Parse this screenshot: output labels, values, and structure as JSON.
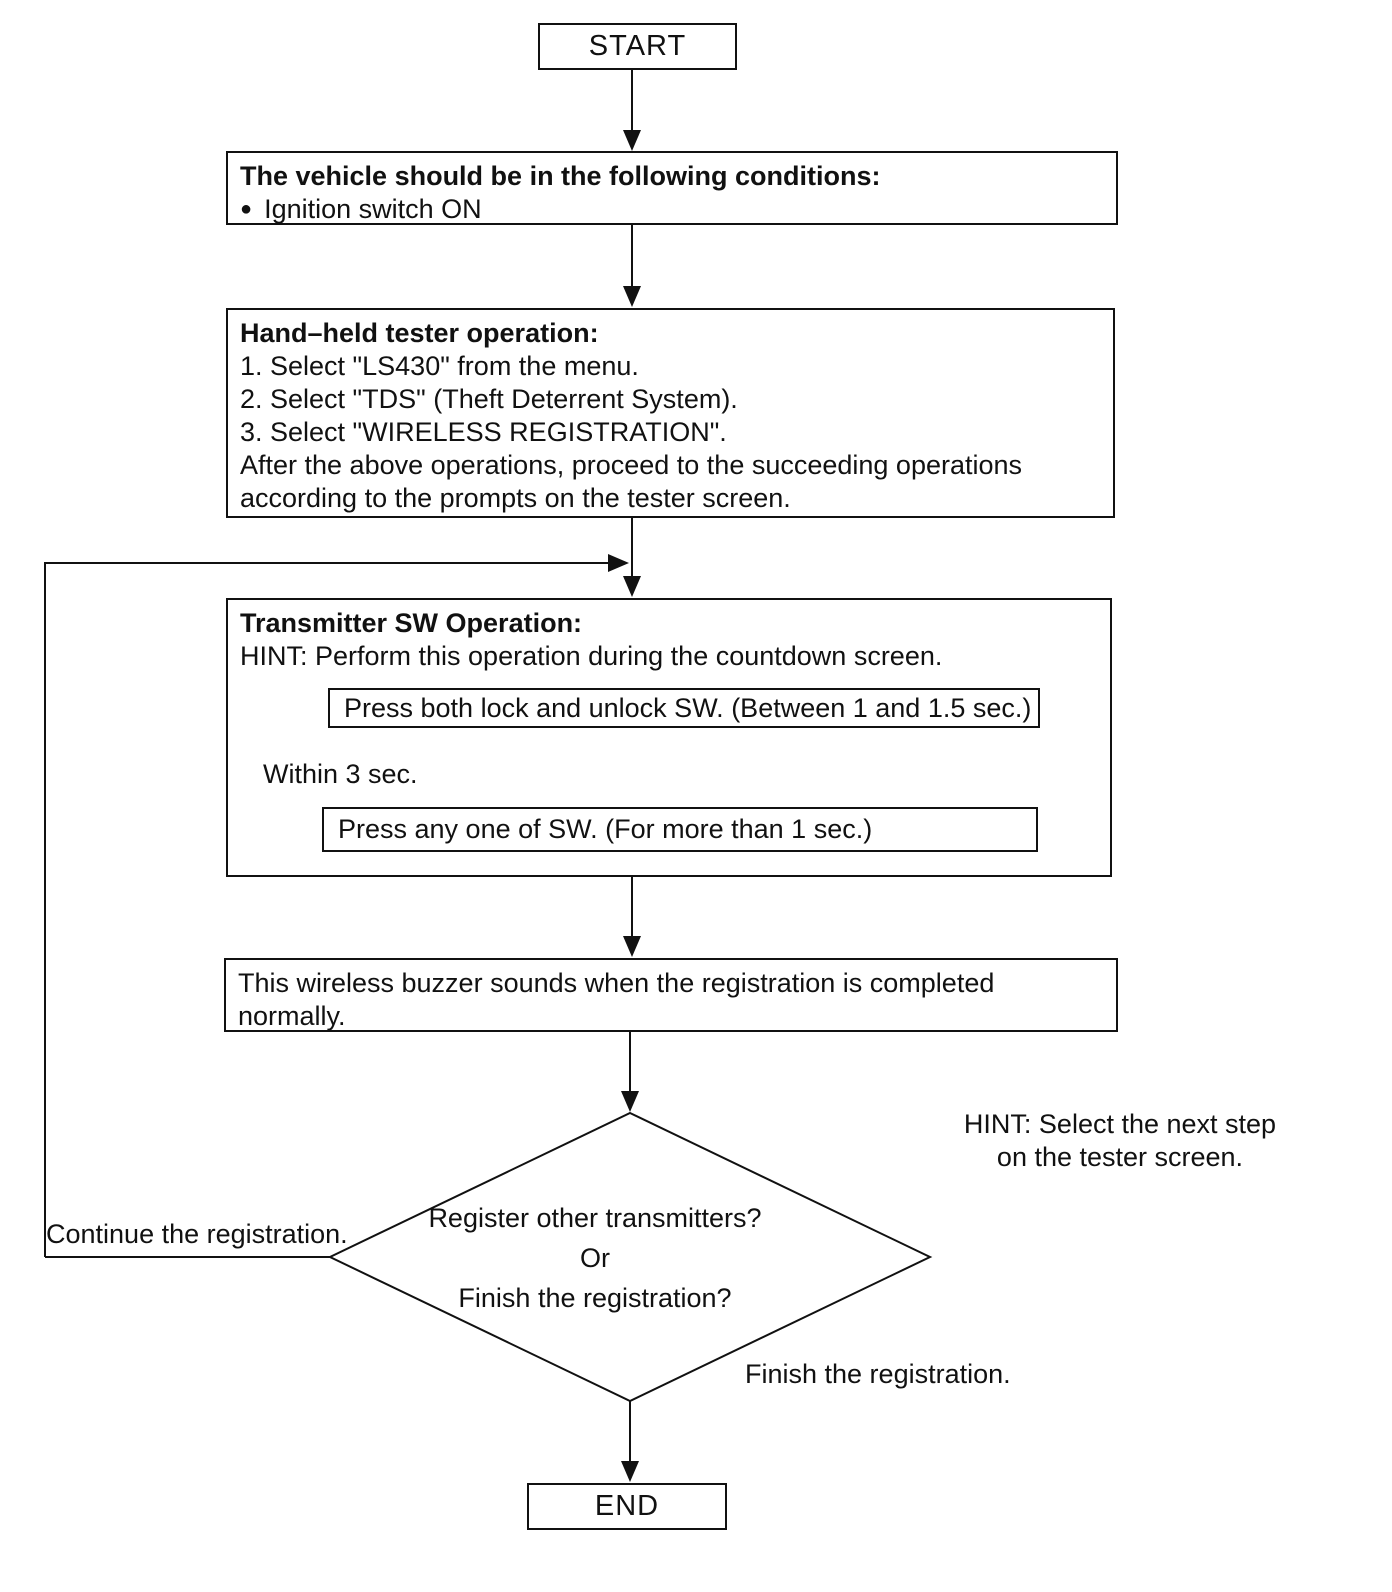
{
  "flowchart": {
    "start": {
      "label": "START"
    },
    "conditions_box": {
      "title": "The vehicle should be in the following conditions:",
      "bullet_glyph": "●",
      "bullet_text": "Ignition switch ON"
    },
    "tester_box": {
      "title": "Hand–held tester operation:",
      "steps": [
        "1. Select \"LS430\" from the menu.",
        "2. Select \"TDS\" (Theft Deterrent System).",
        "3. Select \"WIRELESS REGISTRATION\"."
      ],
      "note": "After the above operations, proceed to the succeeding operations according to the prompts on the tester screen."
    },
    "transmitter_box": {
      "title": "Transmitter SW Operation:",
      "hint": "HINT: Perform this operation during the countdown screen.",
      "step1": "Press both lock and unlock SW. (Between 1 and 1.5 sec.)",
      "interval_label": "Within 3 sec.",
      "step2": "Press any one of SW. (For more than 1 sec.)"
    },
    "buzzer_box": {
      "text": "This wireless buzzer sounds when the registration is completed normally."
    },
    "decision": {
      "line1": "Register other transmitters?",
      "line2": "Or",
      "line3": "Finish the registration?"
    },
    "hint_note": {
      "line1": "HINT: Select the next step",
      "line2": "on the tester screen."
    },
    "branch_continue": "Continue the registration.",
    "branch_finish": "Finish the registration.",
    "end": {
      "label": "END"
    }
  }
}
